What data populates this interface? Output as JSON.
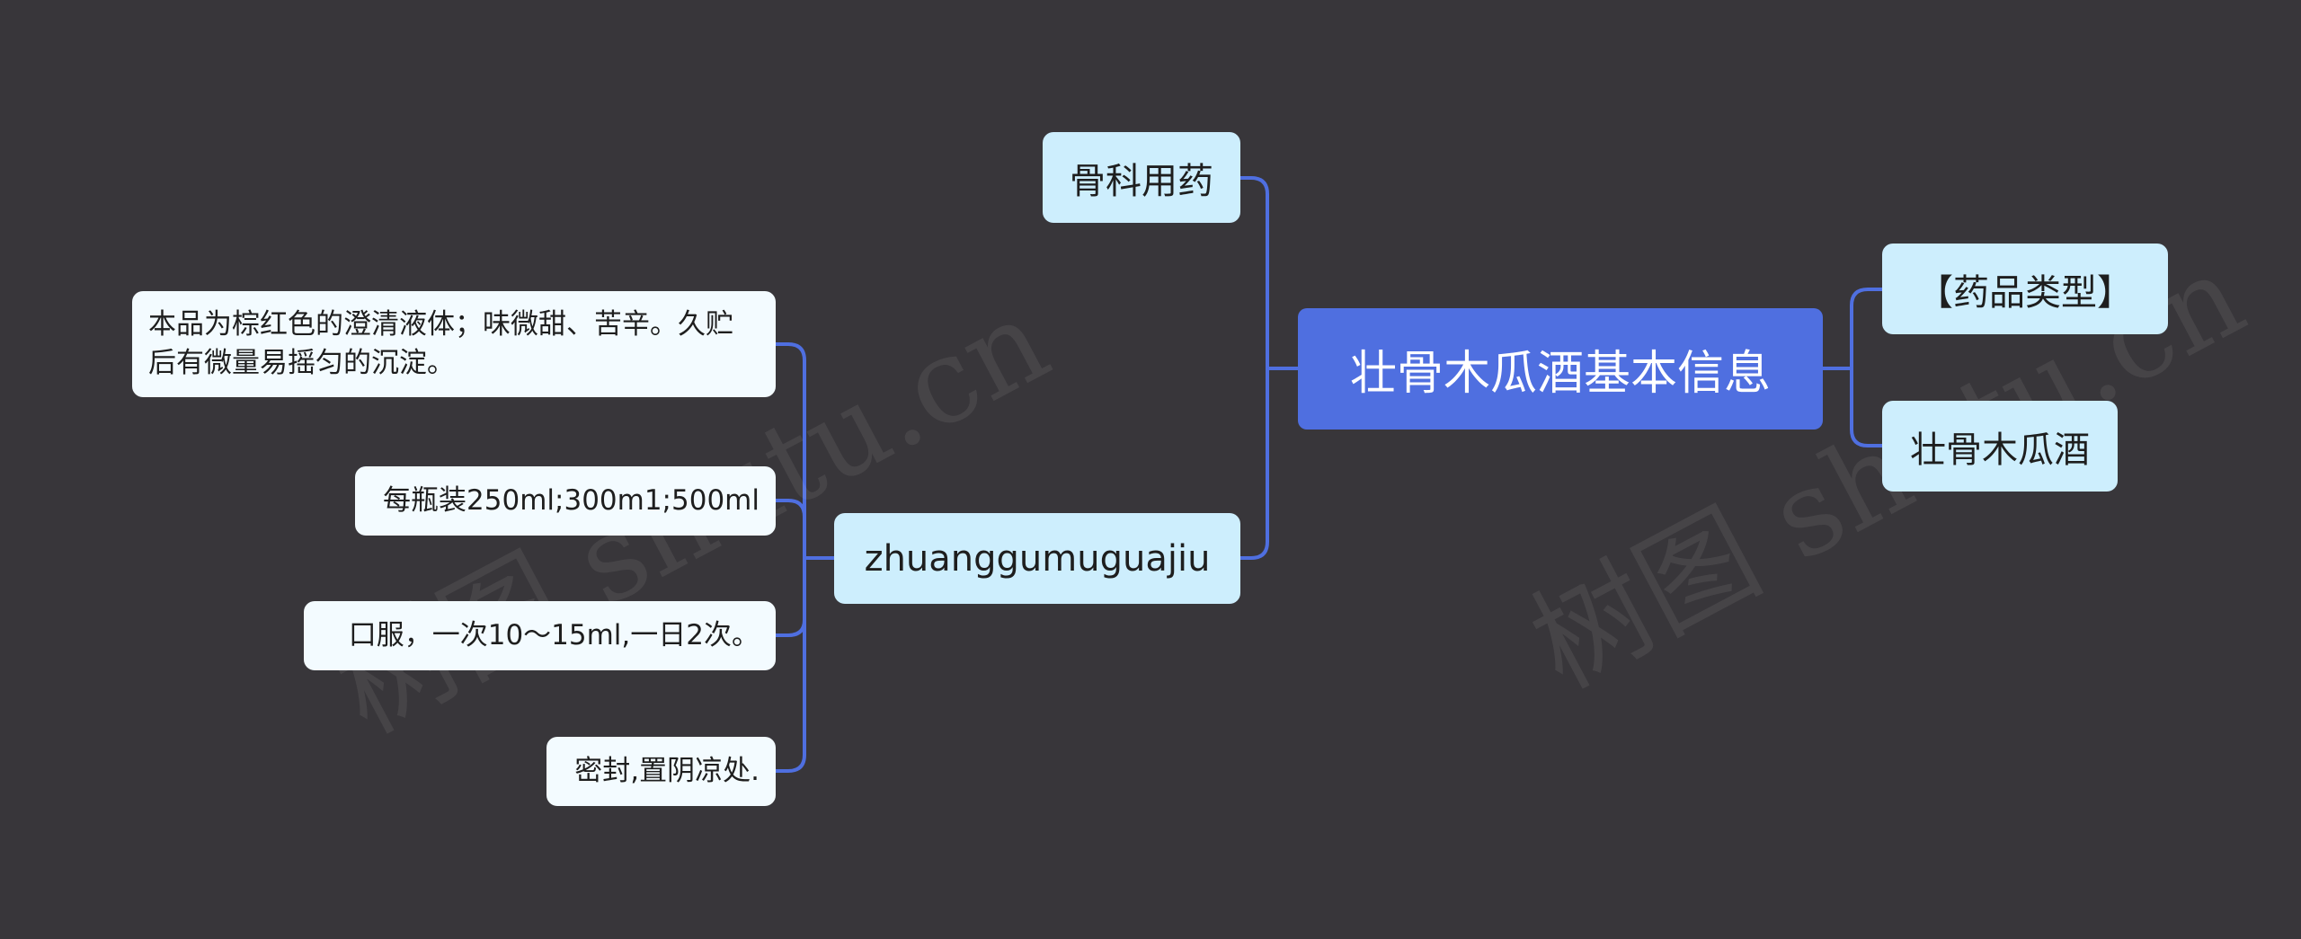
{
  "root": {
    "label": "壮骨木瓜酒基本信息"
  },
  "right_branches": [
    {
      "label": "【药品类型】"
    },
    {
      "label": "壮骨木瓜酒"
    }
  ],
  "left_branches": {
    "category": {
      "label": "骨科用药"
    },
    "pinyin": {
      "label": "zhuanggumuguajiu",
      "children": [
        {
          "label": "本品为棕红色的澄清液体；味微甜、苦辛。久贮后有微量易摇匀的沉淀。"
        },
        {
          "label": "每瓶装250ml;300m1;500ml"
        },
        {
          "label": "口服，一次10～15ml,一日2次。"
        },
        {
          "label": "密封,置阴凉处."
        }
      ]
    }
  },
  "watermark": {
    "left": "树图 shutu.cn",
    "right": "树图 shutu.cn"
  },
  "colors": {
    "background": "#38363a",
    "root_fill": "#4f6fe0",
    "level1_fill": "#cdeefd",
    "level2_fill": "#f3fbff",
    "connector": "#4f6fe0"
  }
}
